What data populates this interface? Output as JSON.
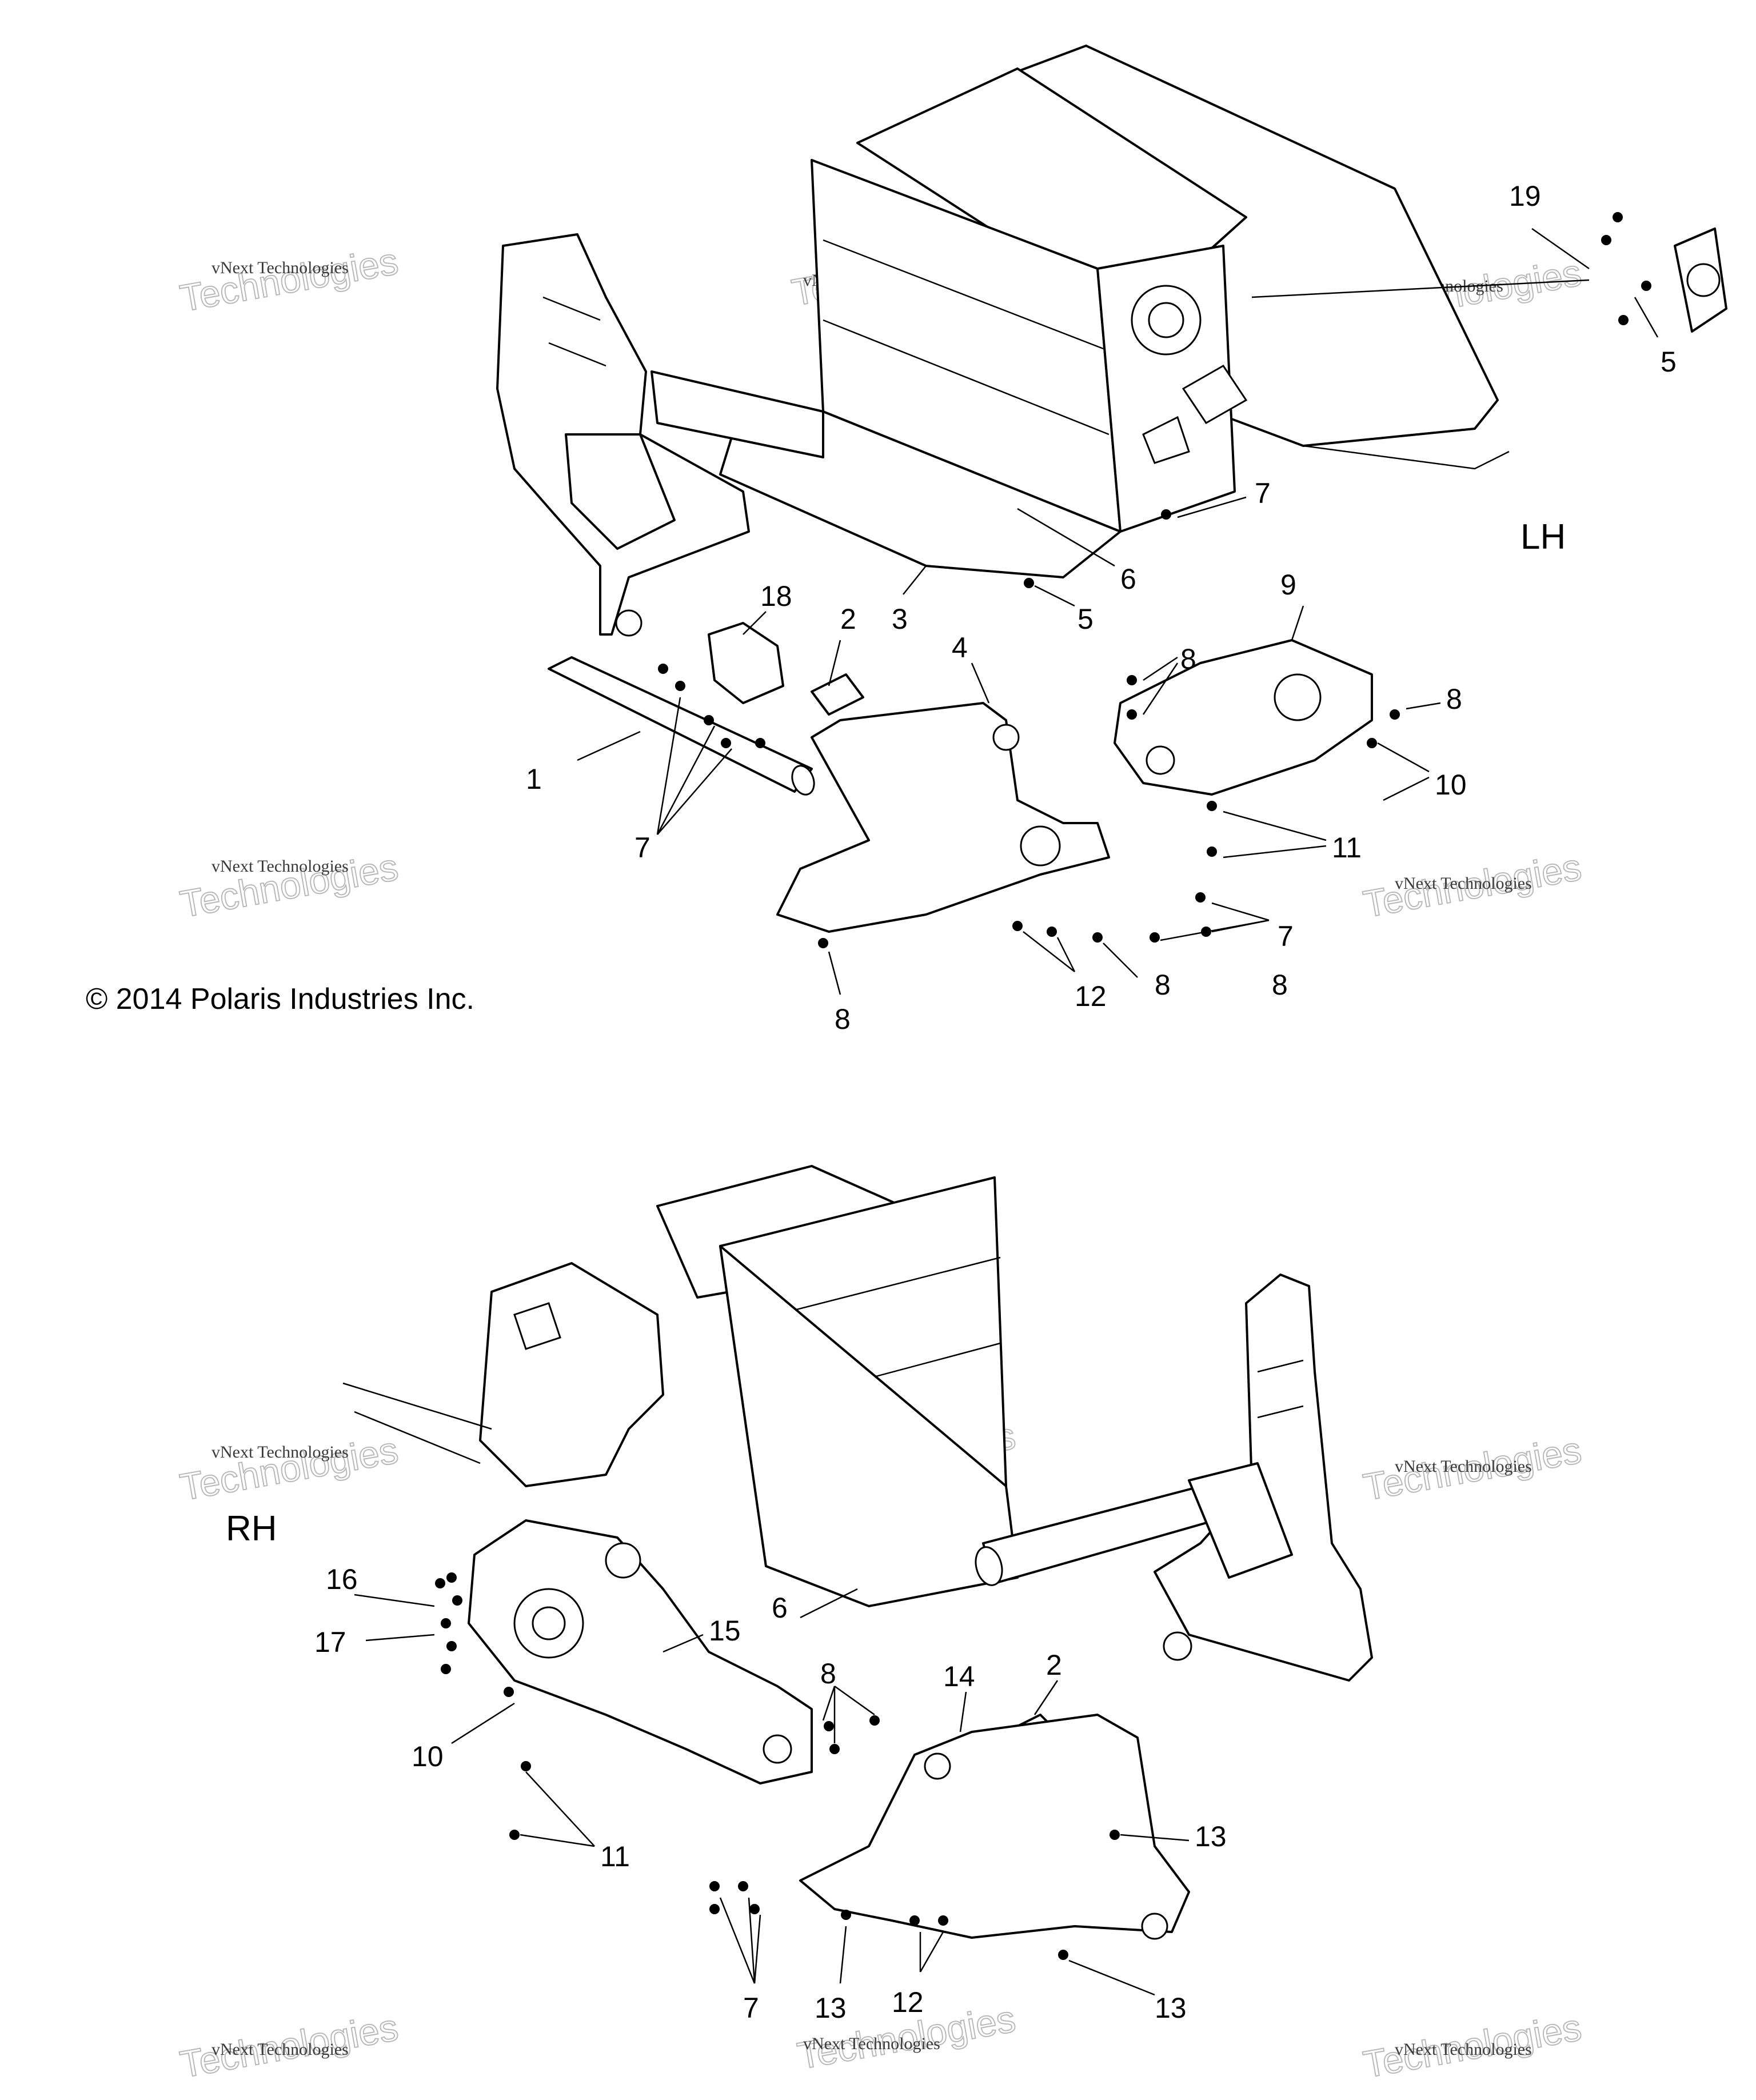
{
  "copyright": "© 2014 Polaris Industries Inc.",
  "view_labels": {
    "lh": "LH",
    "rh": "RH"
  },
  "watermark": {
    "line1": "vNext Technologies",
    "line2": "Technologies"
  },
  "callouts": {
    "lh": [
      "19",
      "5",
      "7",
      "6",
      "5",
      "3",
      "2",
      "18",
      "4",
      "9",
      "8",
      "8",
      "8",
      "10",
      "1",
      "7",
      "11",
      "7",
      "12",
      "8",
      "8"
    ],
    "rh": [
      "16",
      "17",
      "15",
      "6",
      "8",
      "14",
      "2",
      "10",
      "13",
      "11",
      "7",
      "13",
      "12",
      "13"
    ]
  }
}
